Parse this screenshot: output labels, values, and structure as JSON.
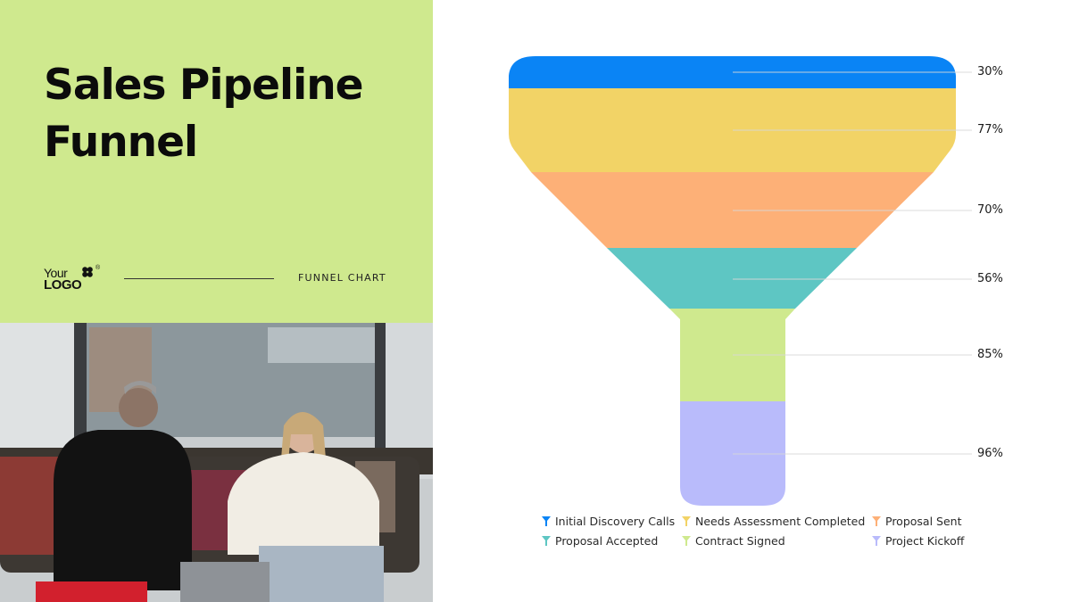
{
  "left": {
    "title_line1": "Sales Pipeline",
    "title_line2": "Funnel",
    "logo_your": "Your",
    "logo_logo": "LOGO",
    "logo_reg": "®",
    "subtitle": "FUNNEL CHART",
    "background": "#cfe98e"
  },
  "photo": {
    "description": "Two people on a sofa looking at a laptop"
  },
  "chart_data": {
    "type": "funnel",
    "title": "Sales Pipeline Funnel",
    "categories": [
      "Initial Discovery Calls",
      "Needs Assessment Completed",
      "Proposal Sent",
      "Proposal Accepted",
      "Contract Signed",
      "Project Kickoff"
    ],
    "values": [
      30,
      77,
      70,
      56,
      85,
      96
    ],
    "value_labels": [
      "30%",
      "77%",
      "70%",
      "56%",
      "85%",
      "96%"
    ],
    "colors": [
      "#0a84f5",
      "#f2d366",
      "#fdb077",
      "#5ec6c3",
      "#cfe98e",
      "#b9bbfb"
    ],
    "legend_position": "bottom",
    "unit": "%"
  },
  "legend": [
    {
      "label": "Initial Discovery Calls",
      "color": "#0a84f5"
    },
    {
      "label": "Needs Assessment Completed",
      "color": "#f2d366"
    },
    {
      "label": "Proposal Sent",
      "color": "#fdb077"
    },
    {
      "label": "Proposal Accepted",
      "color": "#5ec6c3"
    },
    {
      "label": "Contract Signed",
      "color": "#cfe98e"
    },
    {
      "label": "Project Kickoff",
      "color": "#b9bbfb"
    }
  ],
  "labels": [
    "30%",
    "77%",
    "70%",
    "56%",
    "85%",
    "96%"
  ]
}
